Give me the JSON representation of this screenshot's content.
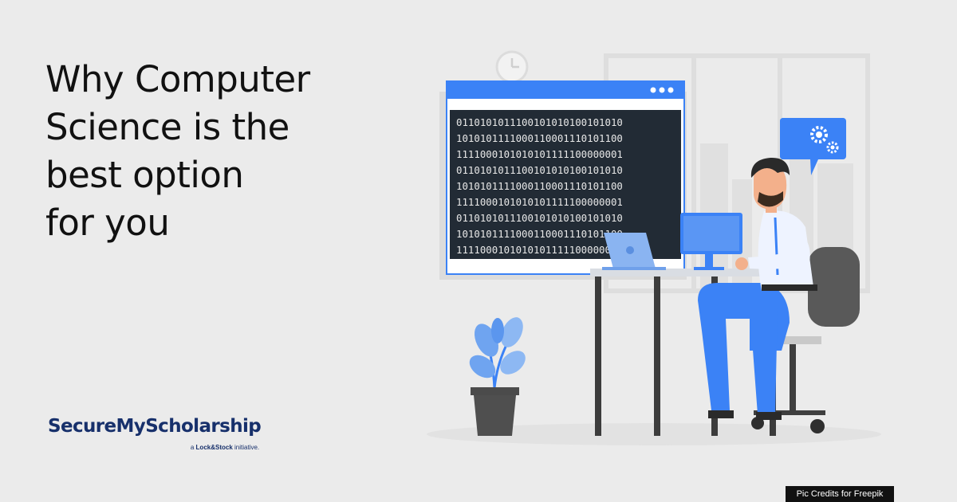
{
  "headline": {
    "lines": [
      "Why Computer",
      "Science is the",
      "best option",
      "for you"
    ]
  },
  "brand": {
    "name": "SecureMyScholarship",
    "tagline_prefix": "a ",
    "tagline_brand": "Lock&Stock",
    "tagline_suffix": " initiative."
  },
  "credits": "Pic Credits for Freepik",
  "screen": {
    "binary_rows": [
      "0110101011100101010100101010",
      "1010101111000110001110101100",
      "1111000101010101111100000001",
      "0110101011100101010100101010",
      "1010101111000110001110101100",
      "1111000101010101111100000001",
      "0110101011100101010100101010",
      "1010101111000110001110101100",
      "1111000101010101111100000001"
    ]
  },
  "colors": {
    "background": "#ebebeb",
    "brand_blue": "#17306b",
    "accent_blue": "#3b82f6",
    "screen_dark": "#222b35"
  },
  "icons": [
    "clock-icon",
    "gear-icon",
    "laptop-icon",
    "monitor-icon",
    "plant-icon",
    "office-chair-icon"
  ]
}
